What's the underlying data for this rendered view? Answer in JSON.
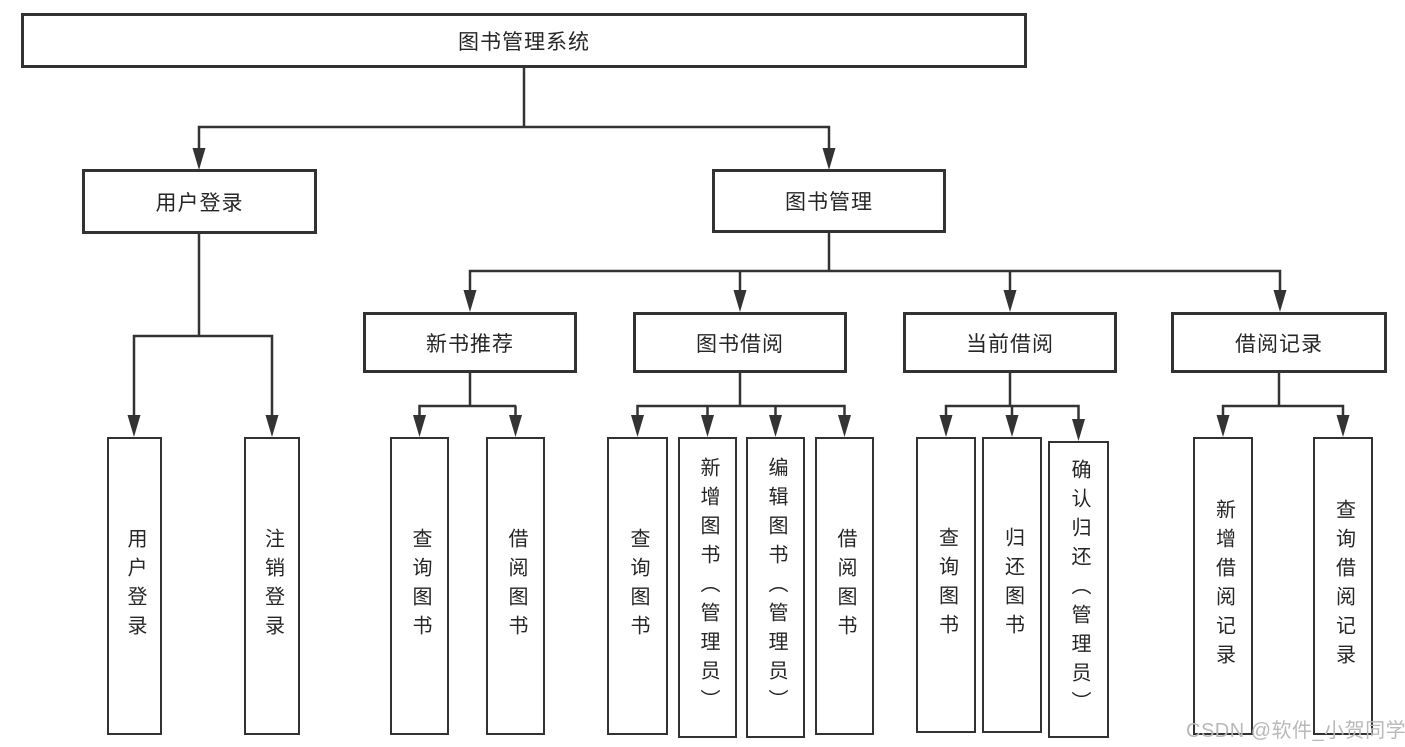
{
  "diagram": {
    "type": "tree",
    "root": {
      "label": "图书管理系统",
      "children": [
        {
          "label": "用户登录",
          "children": [
            {
              "label": "用户登录"
            },
            {
              "label": "注销登录"
            }
          ]
        },
        {
          "label": "图书管理",
          "children": [
            {
              "label": "新书推荐",
              "children": [
                {
                  "label": "查询图书"
                },
                {
                  "label": "借阅图书"
                }
              ]
            },
            {
              "label": "图书借阅",
              "children": [
                {
                  "label": "查询图书"
                },
                {
                  "label": "新增图书（管理员）"
                },
                {
                  "label": "编辑图书（管理员）"
                },
                {
                  "label": "借阅图书"
                }
              ]
            },
            {
              "label": "当前借阅",
              "children": [
                {
                  "label": "查询图书"
                },
                {
                  "label": "归还图书"
                },
                {
                  "label": "确认归还（管理员）"
                }
              ]
            },
            {
              "label": "借阅记录",
              "children": [
                {
                  "label": "新增借阅记录"
                },
                {
                  "label": "查询借阅记录"
                }
              ]
            }
          ]
        }
      ]
    }
  },
  "watermark": {
    "text": "CSDN @软件_小贺同学"
  },
  "colors": {
    "background": "#ffffff",
    "line": "#333333",
    "box_border": "#323232",
    "text": "#262626",
    "watermark": "#b9b9b9"
  }
}
